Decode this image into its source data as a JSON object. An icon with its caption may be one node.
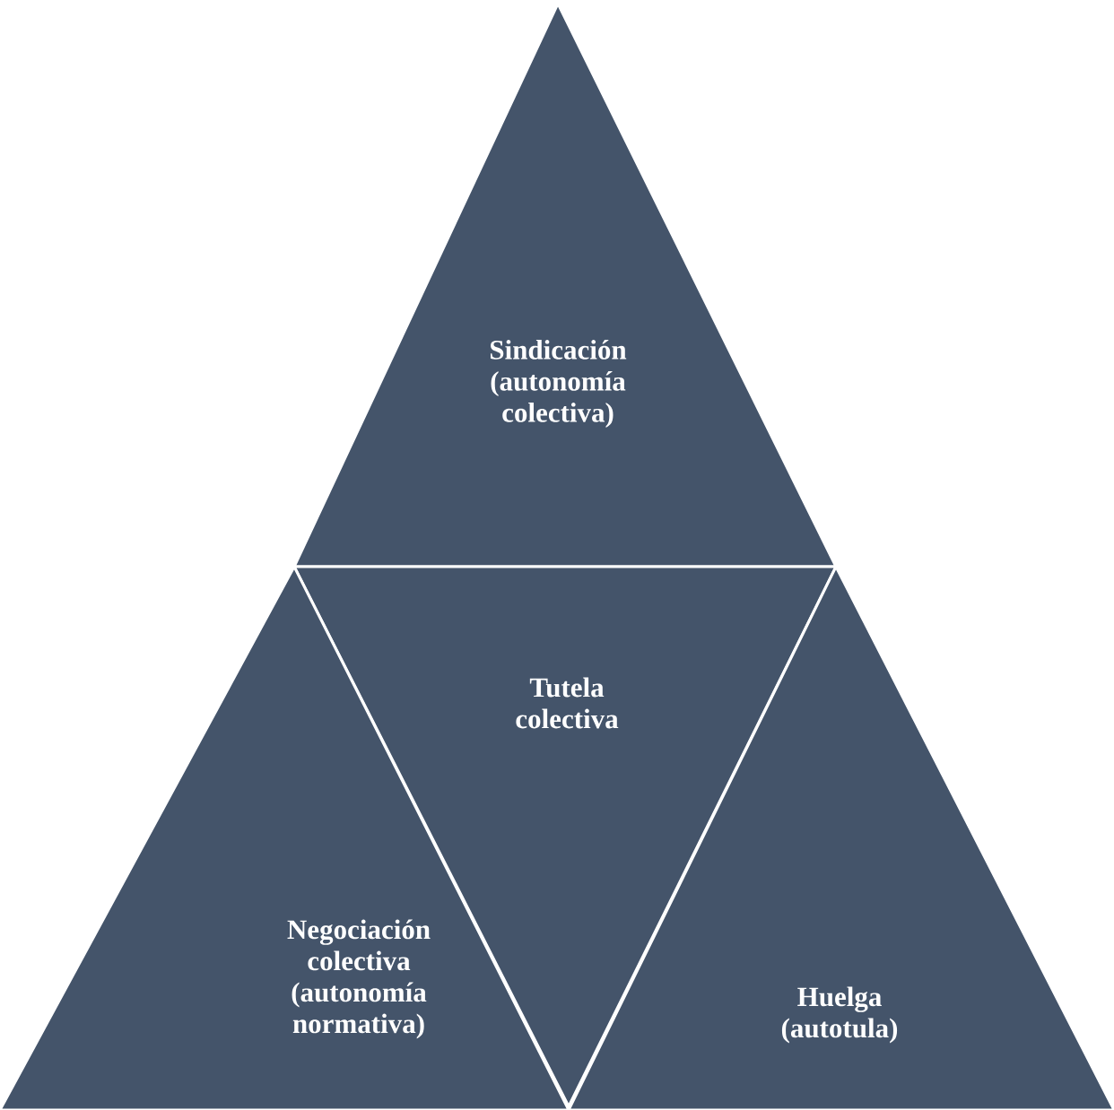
{
  "diagram": {
    "nodes": [
      {
        "text": [
          "Sindicación (autonomía colectiva)"
        ]
      },
      {
        "text": [
          "Tutela colectiva"
        ]
      },
      {
        "text": [
          "Negociación colectiva (autonomía normativa)"
        ]
      },
      {
        "text": [
          "Huelga (autotula)"
        ]
      }
    ]
  }
}
